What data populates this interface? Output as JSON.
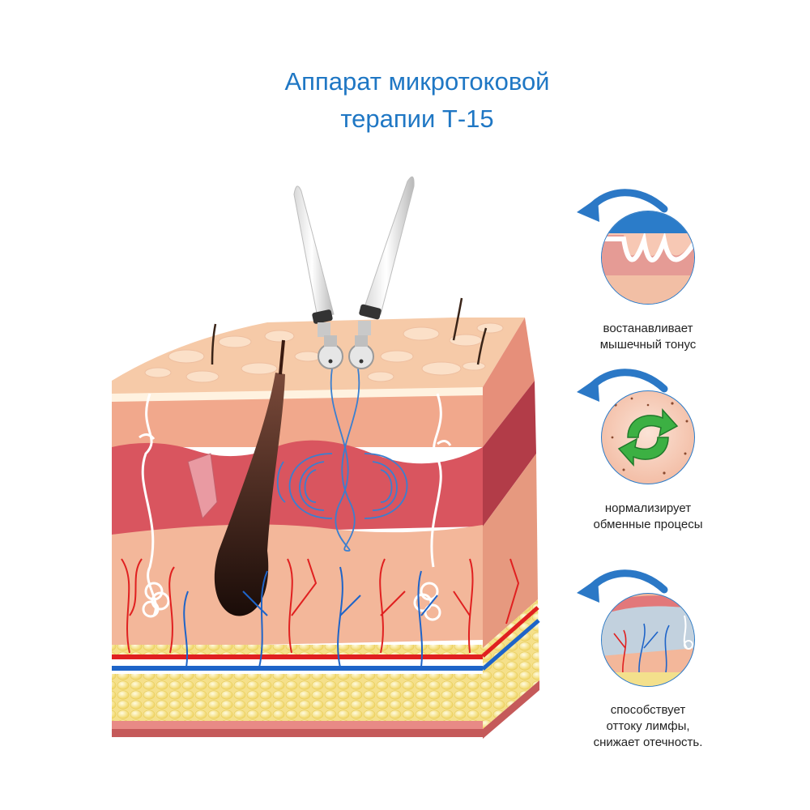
{
  "title": {
    "line1": "Аппарат микротоковой",
    "line2": "терапии Т-15"
  },
  "benefits": [
    {
      "icon": "muscle-tone-icon",
      "lines": [
        "востанавливает",
        "мышечный тонус"
      ]
    },
    {
      "icon": "metabolism-cycle-icon",
      "lines": [
        "нормализирует",
        "обменные процесы"
      ]
    },
    {
      "icon": "lymph-drainage-icon",
      "lines": [
        "способствует",
        "оттоку лимфы,",
        "снижает отечность."
      ]
    }
  ],
  "colors": {
    "title": "#1f77c4",
    "arrow": "#2b78c6",
    "epidermis": "#f2b996",
    "dermis": "#d9555f",
    "fat": "#f8e79a",
    "artery": "#e02020",
    "vein": "#1e64c8",
    "current": "#3a7fd0"
  }
}
